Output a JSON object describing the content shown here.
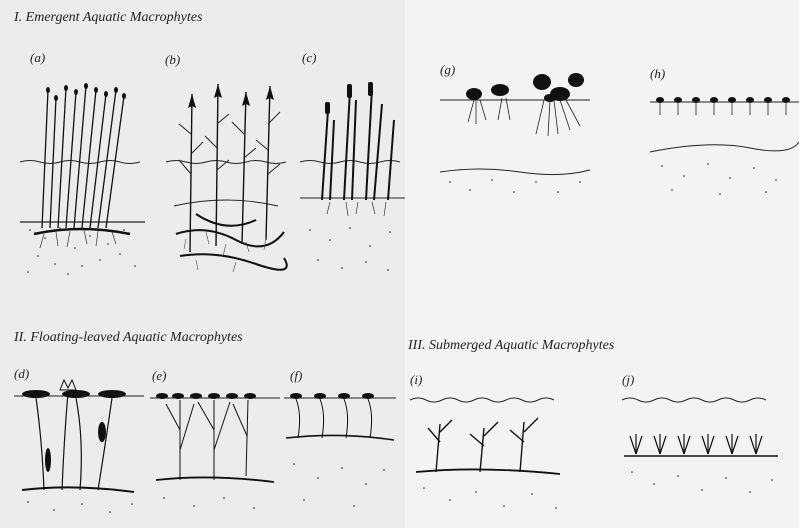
{
  "sections": {
    "emergent": "I. Emergent Aquatic Macrophytes",
    "floating": "II. Floating-leaved Aquatic Macrophytes",
    "submerged": "III. Submerged Aquatic Macrophytes"
  },
  "labels": {
    "a": "(a)",
    "b": "(b)",
    "c": "(c)",
    "d": "(d)",
    "e": "(e)",
    "f": "(f)",
    "g": "(g)",
    "h": "(h)",
    "i": "(i)",
    "j": "(j)"
  }
}
